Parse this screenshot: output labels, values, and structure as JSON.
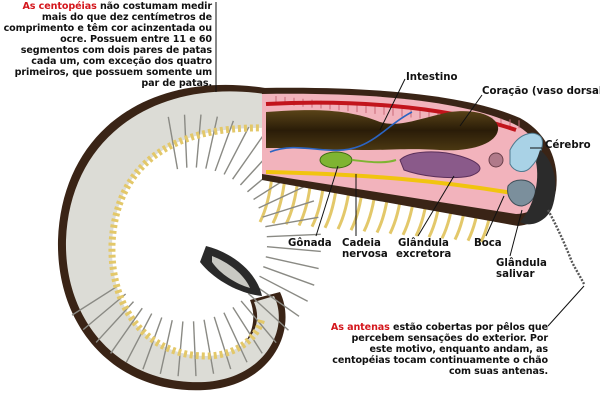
{
  "intro": {
    "highlight": "As centopéias",
    "body": "não costumam medir mais do que dez centímetros de comprimento e têm cor acinzentada ou ocre. Possuem entre 11 e 60 segmentos com dois pares de patas cada um, com exceção dos quatro primeiros, que possuem somente um par de patas."
  },
  "antenna_note": {
    "highlight": "As antenas",
    "body": "estão cobertas por pêlos que percebem sensações do exterior. Por este motivo, enquanto andam, as centopéias tocam continuamente o chão com suas antenas."
  },
  "labels": {
    "intestino": "Intestino",
    "coracao": "Coração (vaso dorsal)",
    "cerebro": "Cérebro",
    "gonada": "Gônada",
    "cadeia_1": "Cadeia",
    "cadeia_2": "nervosa",
    "glandula_exc_1": "Glândula",
    "glandula_exc_2": "excretora",
    "boca": "Boca",
    "glandula_sal_1": "Glândula",
    "glandula_sal_2": "salivar"
  },
  "colors": {
    "shell_dark": "#3a2416",
    "shell_light": "#e8e8e4",
    "legs": "#e3c86a",
    "tissue": "#f2b3bc",
    "gut": "#3b2a0e",
    "accent_text": "#d4161c"
  }
}
